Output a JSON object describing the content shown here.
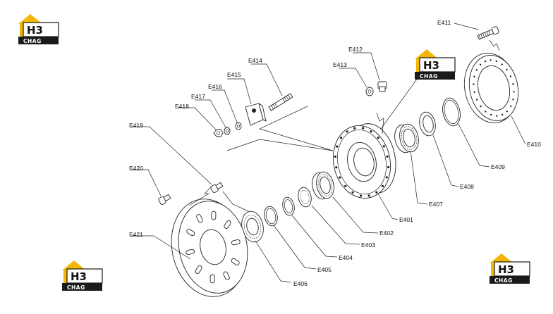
{
  "logo": {
    "mark": "H3",
    "text": "CHAG",
    "accent": "#f2b705",
    "dark": "#1a1a1a"
  },
  "labels": {
    "E401": "E401",
    "E402": "E402",
    "E403": "E403",
    "E404": "E404",
    "E405": "E405",
    "E406": "E406",
    "E407": "E407",
    "E408": "E408",
    "E409": "E409",
    "E410": "E410",
    "E411": "E411",
    "E412": "E412",
    "E413": "E413",
    "E414": "E414",
    "E415": "E415",
    "E416": "E416",
    "E417": "E417",
    "E418": "E418",
    "E419": "E419",
    "E420": "E420",
    "E421": "E421"
  }
}
